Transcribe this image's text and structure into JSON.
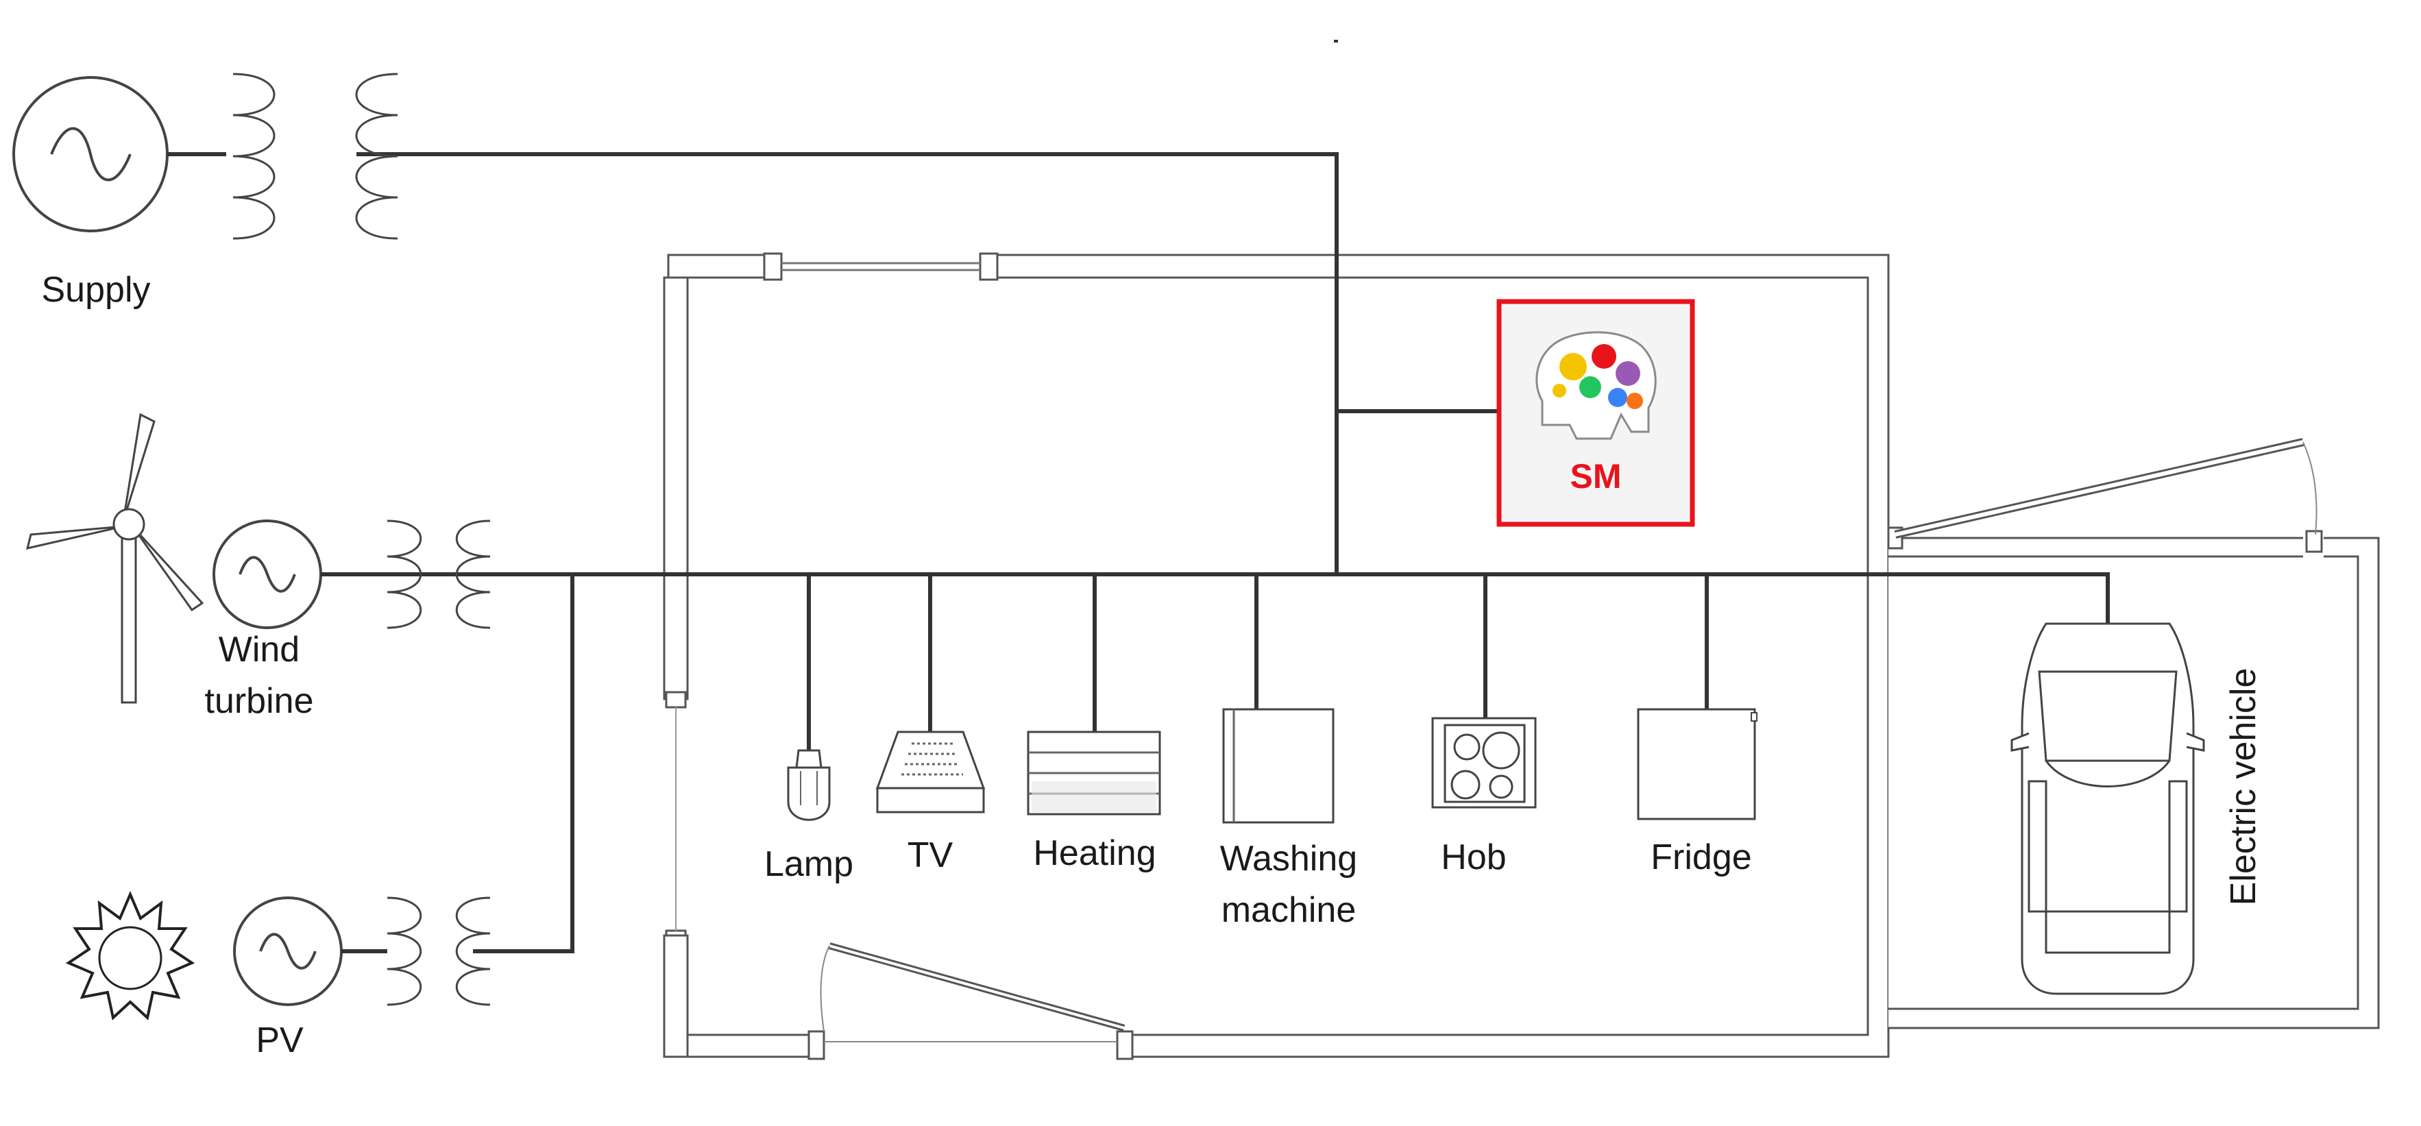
{
  "labels": {
    "supply": "Supply",
    "wind_line1": "Wind",
    "wind_line2": "turbine",
    "pv": "PV",
    "lamp": "Lamp",
    "tv": "TV",
    "heating": "Heating",
    "washing_line1": "Washing",
    "washing_line2": "machine",
    "hob": "Hob",
    "fridge": "Fridge",
    "electric_vehicle": "Electric vehicle",
    "sm": "SM"
  },
  "colors": {
    "sm_border": "#e8141c",
    "sm_text": "#e8141c",
    "wire": "#333333"
  },
  "icons": {
    "generator": "ac-generator-icon",
    "transformer": "transformer-coil-icon",
    "wind": "wind-turbine-icon",
    "sun": "sun-icon",
    "sm": "brain-gears-icon",
    "car": "car-top-view-icon"
  }
}
